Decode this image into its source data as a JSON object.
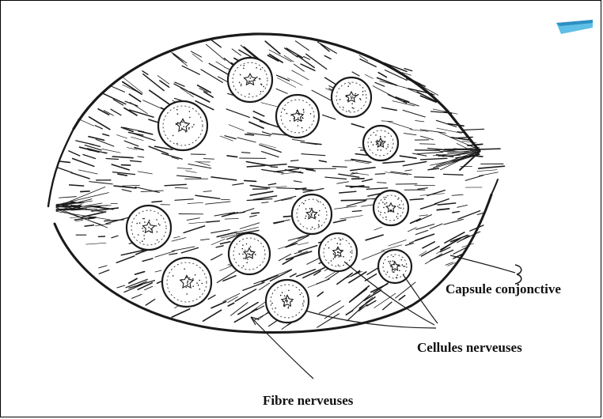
{
  "labels": {
    "capsule": "Capsule conjonctive",
    "cellules": "Cellules nerveuses",
    "fibre": "Fibre nerveuses"
  },
  "colors": {
    "ink": "#1a1a1a",
    "background": "#ffffff",
    "accent_tab": "#3fa7d6"
  },
  "elements": {
    "ganglion": "ganglion-outline",
    "cells": "nerve-cell",
    "fibres": "nerve-fibre"
  }
}
